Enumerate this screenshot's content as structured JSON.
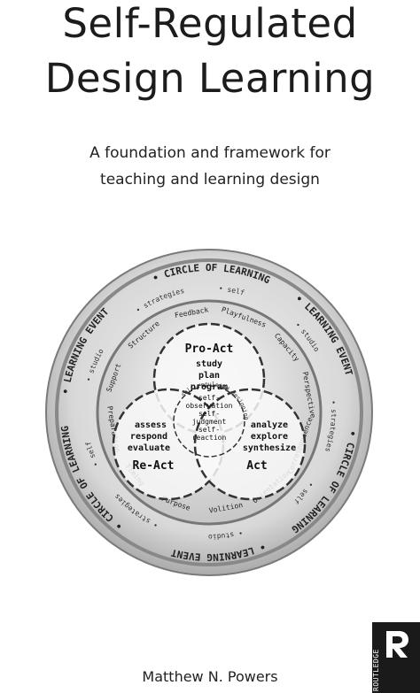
{
  "cover": {
    "title_line1": "Self-Regulated",
    "title_line2": "Design Learning",
    "subtitle_line1": "A foundation and framework for",
    "subtitle_line2": "teaching and learning design",
    "author": "Matthew N. Powers",
    "publisher": "ROUTLEDGE"
  },
  "emblem": {
    "outer_ring": [
      "LEARNING EVENT",
      "CIRCLE OF LEARNING",
      "LEARNING EVENT",
      "CIRCLE OF LEARNING",
      "LEARNING EVENT",
      "CIRCLE OF LEARNING"
    ],
    "inner_ring": [
      "studio",
      "strategies",
      "self",
      "studio",
      "strategies",
      "self",
      "studio",
      "strategies",
      "self"
    ],
    "factors": [
      "Playfulness",
      "Capacity",
      "Perspective",
      "Correspondence",
      "Orientation",
      "Volition",
      "Purpose",
      "Timing",
      "Preparation",
      "Support",
      "Structure",
      "Feedback"
    ],
    "pro_act": {
      "title": "Pro-Act",
      "items": [
        "study",
        "plan",
        "program"
      ]
    },
    "re_act": {
      "title": "Re-Act",
      "items": [
        "assess",
        "respond",
        "evaluate"
      ]
    },
    "act": {
      "title": "Act",
      "items": [
        "analyze",
        "explore",
        "synthesize"
      ]
    },
    "center": [
      "self-",
      "observation",
      "self-",
      "judgment",
      "self-",
      "reaction"
    ],
    "center_ring": "self-regulated designing"
  }
}
